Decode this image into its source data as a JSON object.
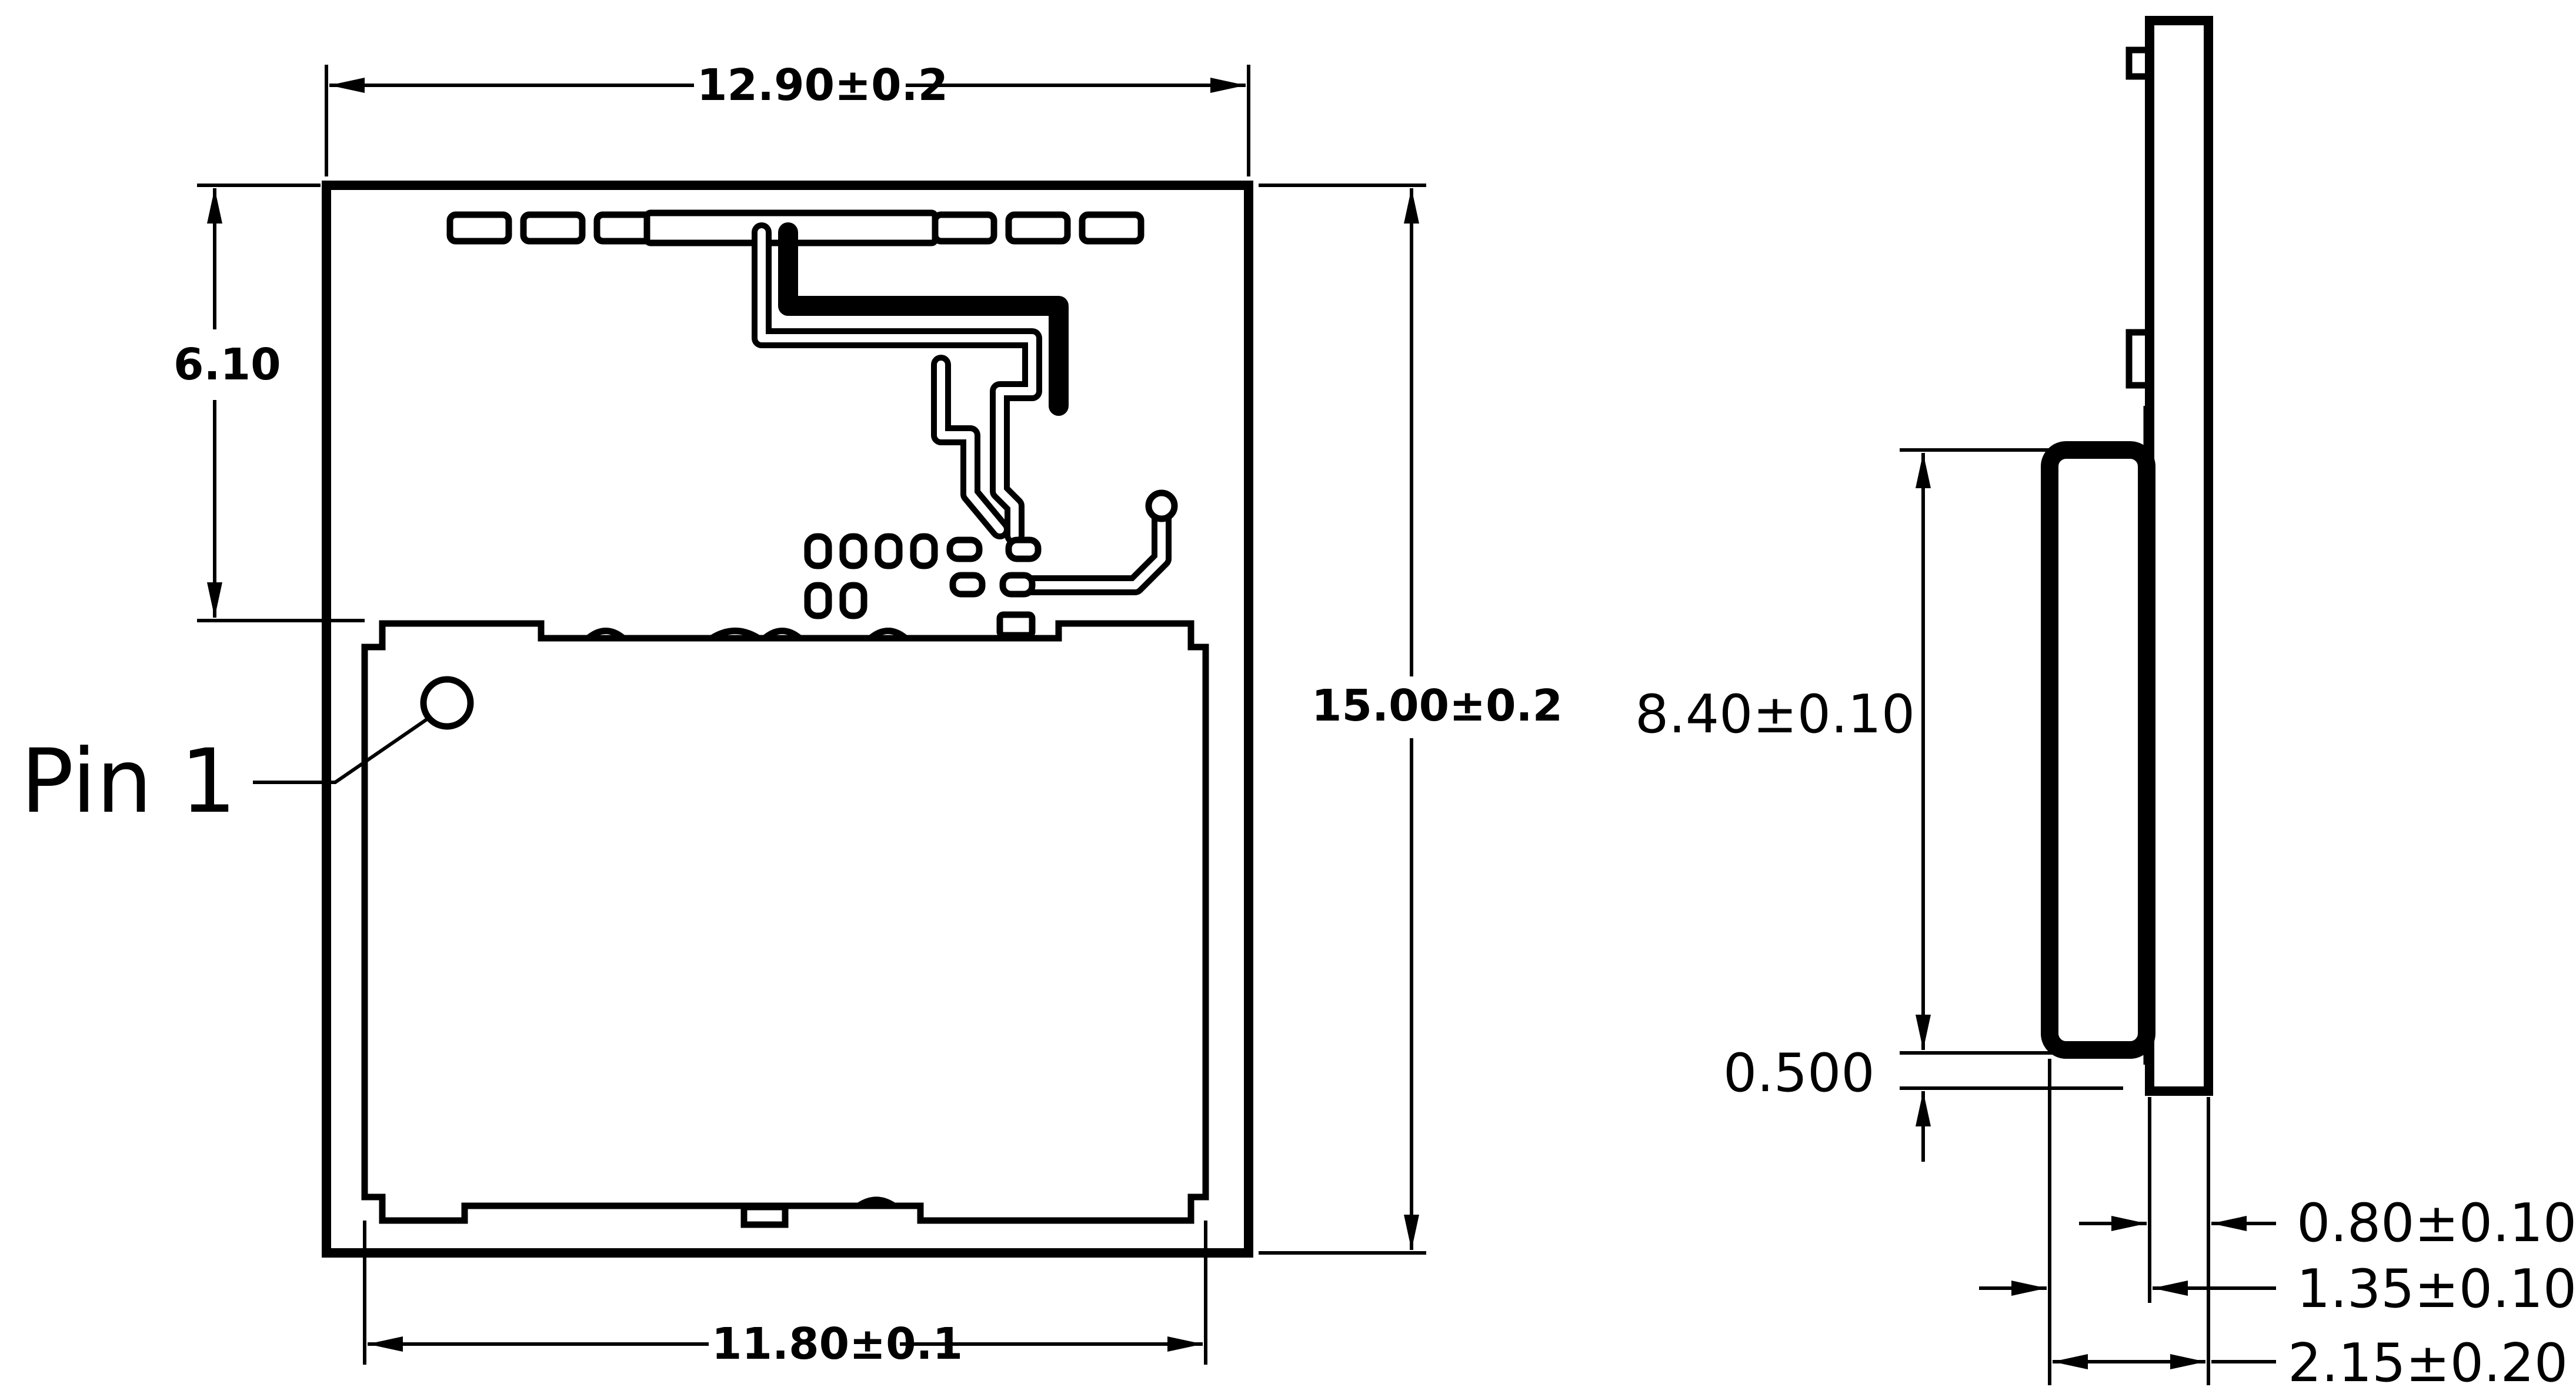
{
  "top_view": {
    "pin1_label": "Pin 1",
    "dim_width_top": "12.90±0.2",
    "dim_height_left": "6.10",
    "dim_height_right": "15.00±0.2",
    "dim_width_bottom": "11.80±0.1"
  },
  "side_view": {
    "dim_shield_height": "8.40±0.10",
    "dim_offset": "0.500",
    "dim_pcb_thickness": "0.80±0.10",
    "dim_shield_thickness": "1.35±0.10",
    "dim_total_thickness": "2.15±0.20"
  }
}
